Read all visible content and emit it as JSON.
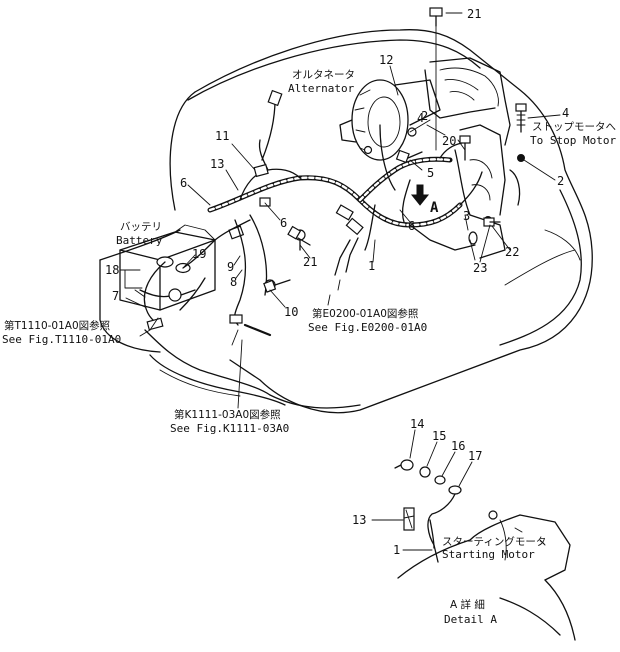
{
  "callouts": {
    "n21_top": "21",
    "n12": "12",
    "n4_a": "4",
    "n4_b": "4",
    "n2_a": "2",
    "n2_b": "2",
    "n20": "20",
    "n11": "11",
    "n13": "13",
    "n6_a": "6",
    "n6_b": "6",
    "n6_c": "6",
    "n5": "5",
    "n3": "3",
    "nA": "A",
    "n19": "19",
    "n18": "18",
    "n9": "9",
    "n8": "8",
    "n7": "7",
    "n21_mid": "21",
    "n10": "10",
    "n1": "1",
    "n23": "23",
    "n22": "22",
    "n14": "14",
    "n15": "15",
    "n16": "16",
    "n17": "17",
    "n13_detail": "13",
    "n1_detail": "1"
  },
  "labels": {
    "alternator_jp": "オルタネータ",
    "alternator_en": "Alternator",
    "stop_motor_jp": "ストップモータへ",
    "stop_motor_en": "To Stop Motor",
    "battery_jp": "バッテリ",
    "battery_en": "Battery",
    "ref_e0200_jp": "第E0200-01A0図参照",
    "ref_e0200_en": "See Fig.E0200-01A0",
    "ref_t1110_jp": "第T1110-01A0図参照",
    "ref_t1110_en": "See Fig.T1110-01A0",
    "ref_k1111_jp": "第K1111-03A0図参照",
    "ref_k1111_en": "See Fig.K1111-03A0",
    "starting_motor_jp": "スターティングモータ",
    "starting_motor_en": "Starting Motor",
    "detail_jp": "A 詳 細",
    "detail_en": "Detail A"
  }
}
